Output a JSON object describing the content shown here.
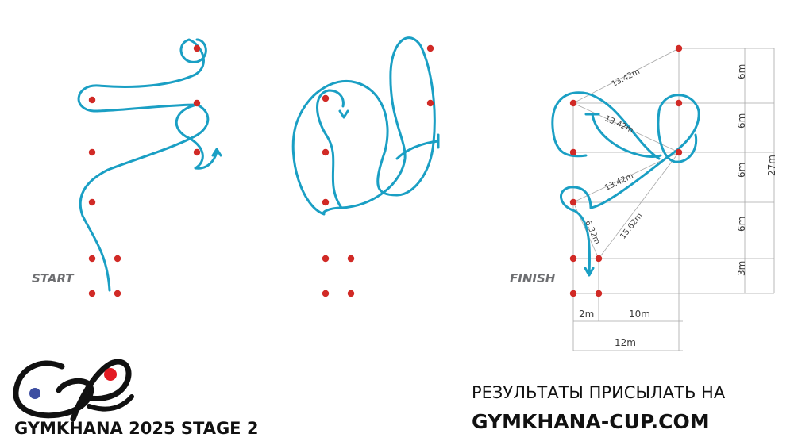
{
  "colors": {
    "route": "#1a9fc4",
    "cone": "#d12a26",
    "guide": "#a8a8a8",
    "text_dark": "#111111",
    "label_grey": "#6d6e71",
    "logo_red": "#e31b23",
    "logo_blue": "#3d4ea1"
  },
  "labels": {
    "start": "START",
    "finish": "FINISH"
  },
  "measurements": {
    "diag_top": "13.42m",
    "diag_mid": "13.42m",
    "diag_low": "13.42m",
    "diag_long": "15.62m",
    "diag_short": "6.32m",
    "vertical": [
      "6m",
      "6m",
      "6m",
      "6m",
      "3m"
    ],
    "total_height": "27m",
    "horizontal_small": "2m",
    "horizontal_mid": "10m",
    "horizontal_total": "12m"
  },
  "footer": {
    "event_title": "GYMKHANA 2025 STAGE 2",
    "results_line1": "РЕЗУЛЬТАТЫ ПРИСЫЛАТЬ НА",
    "results_line2": "GYMKHANA-CUP.COM"
  },
  "logo": {
    "icon": "gp-logo-icon"
  }
}
